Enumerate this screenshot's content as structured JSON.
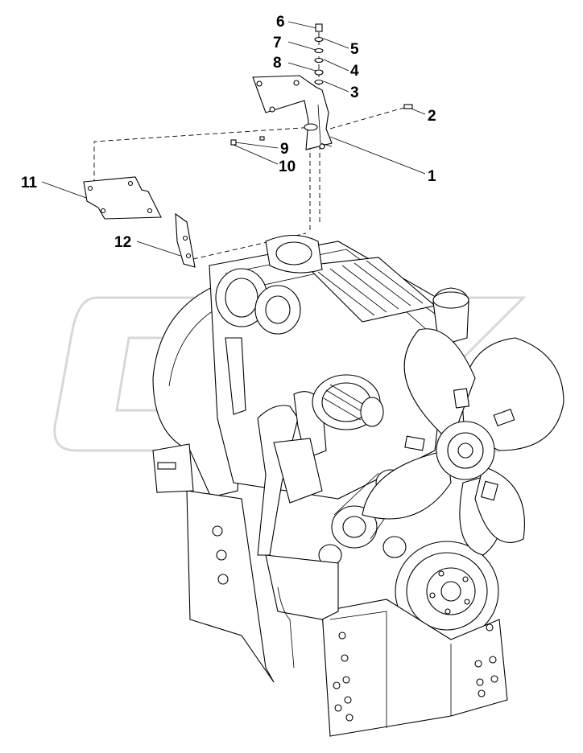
{
  "figure": {
    "callouts": [
      {
        "id": "1",
        "label": "1"
      },
      {
        "id": "2",
        "label": "2"
      },
      {
        "id": "3",
        "label": "3"
      },
      {
        "id": "4",
        "label": "4"
      },
      {
        "id": "5",
        "label": "5"
      },
      {
        "id": "6",
        "label": "6"
      },
      {
        "id": "7",
        "label": "7"
      },
      {
        "id": "8",
        "label": "8"
      },
      {
        "id": "9",
        "label": "9"
      },
      {
        "id": "10",
        "label": "10"
      },
      {
        "id": "11",
        "label": "11"
      },
      {
        "id": "12",
        "label": "12"
      }
    ],
    "watermark": "ORK",
    "ink_color": "#000000",
    "watermark_color": "#d8d8d8"
  }
}
